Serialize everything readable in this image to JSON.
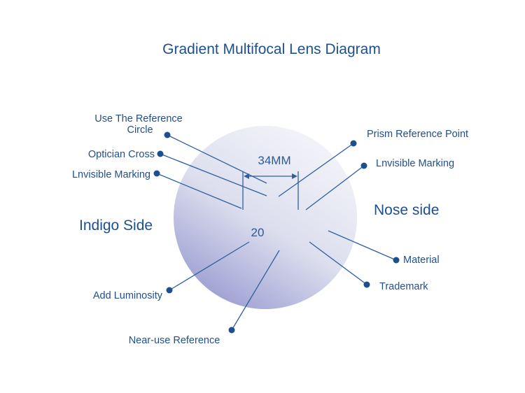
{
  "title": "Gradient Multifocal Lens Diagram",
  "measurement_label": "34MM",
  "add_value": "20",
  "sides": {
    "left": "Indigo Side",
    "right": "Nose side"
  },
  "labels": {
    "use_reference_line1": "Use The Reference",
    "use_reference_line2": "Circle",
    "optician_cross": "Optician Cross",
    "invisible_marking_left": "Lnvisible Marking",
    "add_luminosity": "Add Luminosity",
    "near_use_reference": "Near-use Reference",
    "prism_reference_point": "Prism Reference Point",
    "invisible_marking_right": "Lnvisible Marking",
    "material": "Material",
    "trademark": "Trademark"
  },
  "colors": {
    "text": "#1f4f8f",
    "lens_light": "#eceef6",
    "lens_dark": "#9a9dd0"
  }
}
